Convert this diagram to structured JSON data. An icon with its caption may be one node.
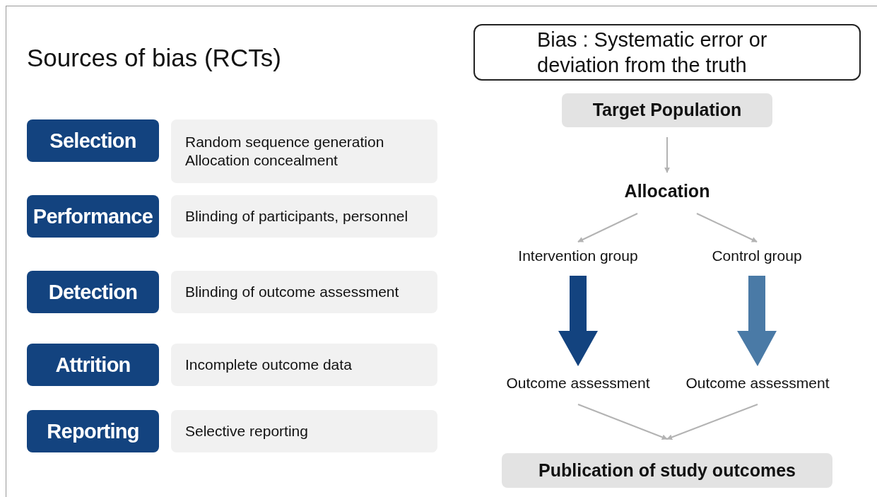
{
  "diagram": {
    "title": "Sources of bias (RCTs)",
    "nodes": [
      {
        "text": [
          "Selection"
        ]
      },
      {
        "text": [
          "Performance"
        ]
      },
      {
        "text": [
          "Detection"
        ]
      },
      {
        "text": [
          "Attrition"
        ]
      },
      {
        "text": [
          "Reporting"
        ]
      },
      {
        "text": [
          "Random sequence generation",
          "Allocation concealment"
        ]
      },
      {
        "text": [
          "Blinding of participants, personnel"
        ]
      },
      {
        "text": [
          "Blinding of outcome assessment"
        ]
      },
      {
        "text": [
          "Incomplete outcome data"
        ]
      },
      {
        "text": [
          "Selective reporting"
        ]
      },
      {
        "text": [
          "Bias : Systematic error or deviation from the truth"
        ]
      },
      {
        "text": [
          "Target Population"
        ]
      },
      {
        "text": [
          "Allocation"
        ]
      },
      {
        "text": [
          "Intervention group"
        ]
      },
      {
        "text": [
          "Control group"
        ]
      },
      {
        "text": [
          "Outcome assessment"
        ]
      },
      {
        "text": [
          "Outcome assessment"
        ]
      },
      {
        "text": [
          "Publication of study outcomes"
        ]
      }
    ],
    "edges": [
      {
        "from": 11,
        "to": 12,
        "arrow": "to"
      },
      {
        "from": 12,
        "to": 13,
        "arrow": "to"
      },
      {
        "from": 12,
        "to": 14,
        "arrow": "to"
      },
      {
        "from": 13,
        "to": 15,
        "arrow": "to",
        "style": "thick",
        "color": "#13437f"
      },
      {
        "from": 14,
        "to": 16,
        "arrow": "to",
        "style": "thick",
        "color": "#4a7aa6"
      },
      {
        "from": 15,
        "to": 17,
        "arrow": "to"
      },
      {
        "from": 16,
        "to": 17,
        "arrow": "to"
      }
    ]
  }
}
